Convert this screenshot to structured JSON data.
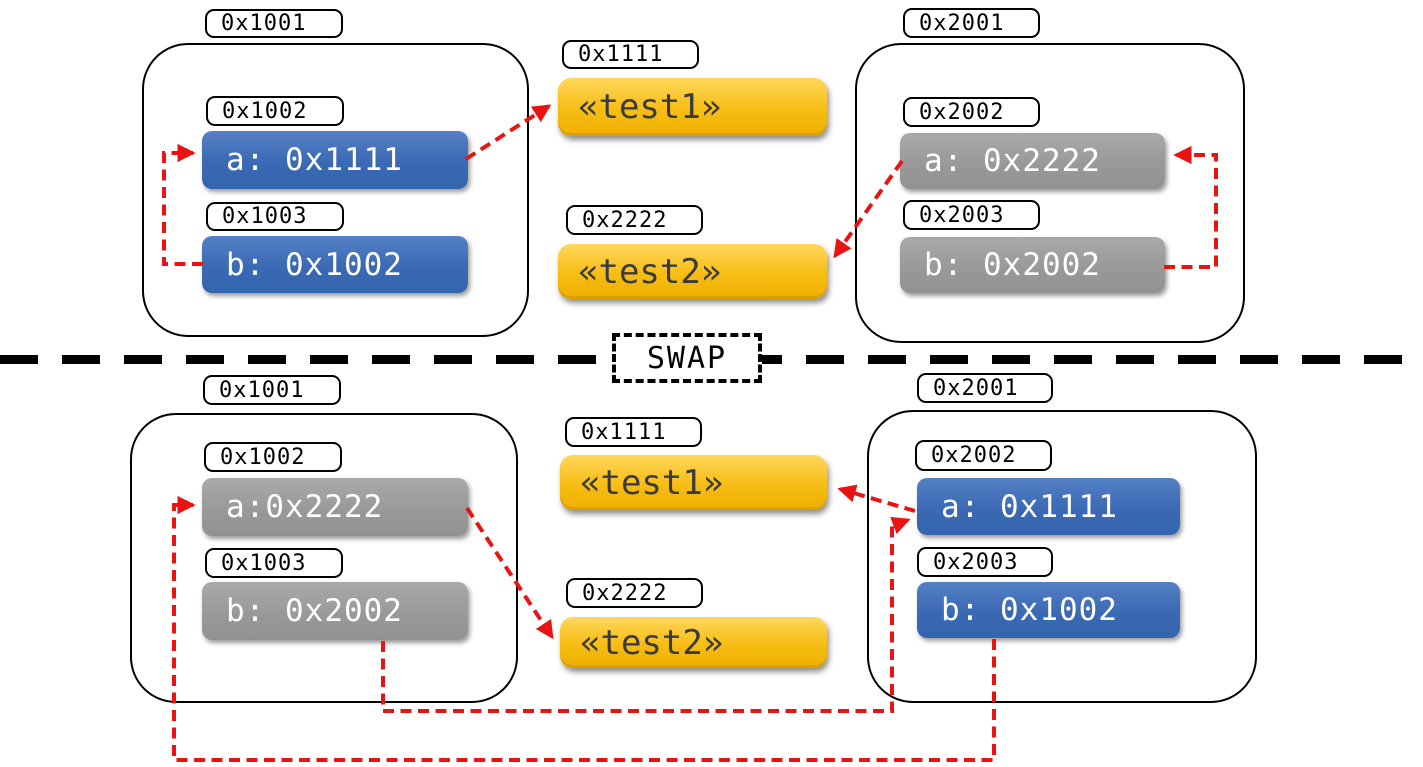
{
  "divider": {
    "label": "SWAP"
  },
  "colors": {
    "pointer_blue": "#3c6bb4",
    "pointer_gray": "#9c9c9c",
    "string_yellow": "#f6b80b",
    "arrow_red": "#e81414",
    "outline_black": "#000000"
  },
  "sections": {
    "before": {
      "frame1": {
        "address": "0x1001",
        "slots": [
          {
            "address": "0x1002",
            "value": "a: 0x1111"
          },
          {
            "address": "0x1003",
            "value": "b: 0x1002"
          }
        ]
      },
      "strings": [
        {
          "address": "0x1111",
          "value": "«test1»"
        },
        {
          "address": "0x2222",
          "value": "«test2»"
        }
      ],
      "frame2": {
        "address": "0x2001",
        "slots": [
          {
            "address": "0x2002",
            "value": "a: 0x2222"
          },
          {
            "address": "0x2003",
            "value": "b: 0x2002"
          }
        ]
      }
    },
    "after": {
      "frame1": {
        "address": "0x1001",
        "slots": [
          {
            "address": "0x1002",
            "value": "a:0x2222"
          },
          {
            "address": "0x1003",
            "value": "b: 0x2002"
          }
        ]
      },
      "strings": [
        {
          "address": "0x1111",
          "value": "«test1»"
        },
        {
          "address": "0x2222",
          "value": "«test2»"
        }
      ],
      "frame2": {
        "address": "0x2001",
        "slots": [
          {
            "address": "0x2002",
            "value": "a: 0x1111"
          },
          {
            "address": "0x2003",
            "value": "b: 0x1002"
          }
        ]
      }
    }
  }
}
